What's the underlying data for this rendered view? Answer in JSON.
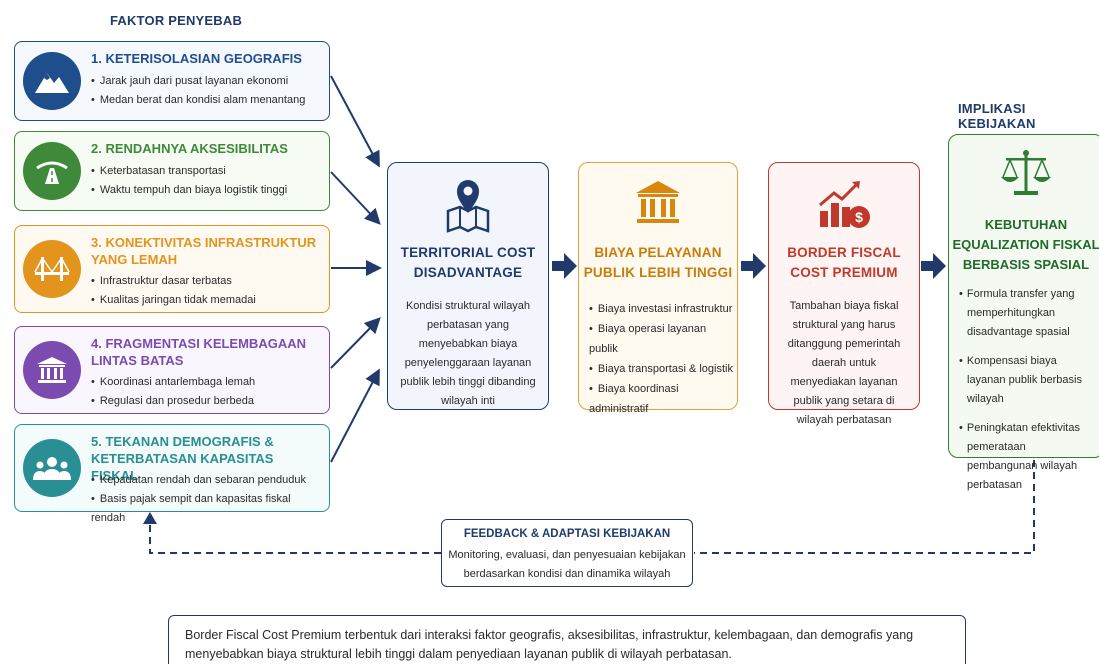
{
  "headings": {
    "left": "FAKTOR PENYEBAB",
    "right": "IMPLIKASI KEBIJAKAN"
  },
  "factors": [
    {
      "title": "1. KETERISOLASIAN GEOGRAFIS",
      "icon": "mountain-icon",
      "color": "#1f4e8c",
      "bullets": [
        "Jarak jauh dari pusat layanan ekonomi",
        "Medan berat dan kondisi alam menantang"
      ]
    },
    {
      "title": "2. RENDAHNYA AKSESIBILITAS",
      "icon": "road-icon",
      "color": "#3f8a3a",
      "bullets": [
        "Keterbatasan transportasi",
        "Waktu tempuh dan biaya logistik tinggi"
      ]
    },
    {
      "title": "3. KONEKTIVITAS INFRASTRUKTUR YANG LEMAH",
      "icon": "bridge-icon",
      "color": "#e3941d",
      "bullets": [
        "Infrastruktur dasar terbatas",
        "Kualitas jaringan tidak memadai"
      ]
    },
    {
      "title": "4. FRAGMENTASI KELEMBAGAAN LINTAS BATAS",
      "icon": "institution-icon",
      "color": "#7b4bb0",
      "bullets": [
        "Koordinasi antarlembaga lemah",
        "Regulasi dan prosedur berbeda"
      ]
    },
    {
      "title": "5. TEKANAN DEMOGRAFIS & KETERBATASAN KAPASITAS FISKAL",
      "icon": "people-icon",
      "color": "#2a8f94",
      "bullets": [
        "Kepadatan rendah dan sebaran penduduk",
        "Basis pajak sempit dan kapasitas fiskal rendah"
      ]
    }
  ],
  "boxes": {
    "territorial": {
      "title": "TERRITORIAL COST DISADVANTAGE",
      "icon": "map-pin-icon",
      "color": "#1f3a6b",
      "desc": "Kondisi struktural wilayah perbatasan yang menyebabkan biaya penyelenggaraan layanan publik lebih tinggi dibanding wilayah inti"
    },
    "biaya": {
      "title": "BIAYA PELAYANAN PUBLIK LEBIH TINGGI",
      "icon": "bank-icon",
      "color": "#d8860e",
      "bullets": [
        "Biaya investasi infrastruktur",
        "Biaya operasi layanan publik",
        "Biaya transportasi & logistik",
        "Biaya koordinasi administratif"
      ]
    },
    "border": {
      "title": "BORDER FISCAL COST PREMIUM",
      "icon": "rising-cost-chart-icon",
      "color": "#c0392b",
      "desc": "Tambahan biaya fiskal struktural yang harus ditanggung pemerintah daerah untuk menyediakan layanan publik yang setara di wilayah perbatasan"
    }
  },
  "implication": {
    "title": "KEBUTUHAN EQUALIZATION FISKAL BERBASIS SPASIAL",
    "icon": "scales-icon",
    "color": "#2e7d32",
    "bullets": [
      "Formula transfer yang memperhitungkan disadvantage spasial",
      "Kompensasi biaya layanan publik berbasis wilayah",
      "Peningkatan efektivitas pemerataan pembangunan wilayah perbatasan"
    ]
  },
  "feedback": {
    "title": "FEEDBACK & ADAPTASI KEBIJAKAN",
    "desc": "Monitoring, evaluasi, dan penyesuaian kebijakan berdasarkan kondisi dan dinamika wilayah"
  },
  "summary": "Border Fiscal Cost Premium terbentuk dari interaksi faktor geografis, aksesibilitas, infrastruktur, kelembagaan, dan demografis yang menyebabkan biaya struktural lebih tinggi dalam penyediaan layanan publik di wilayah perbatasan."
}
